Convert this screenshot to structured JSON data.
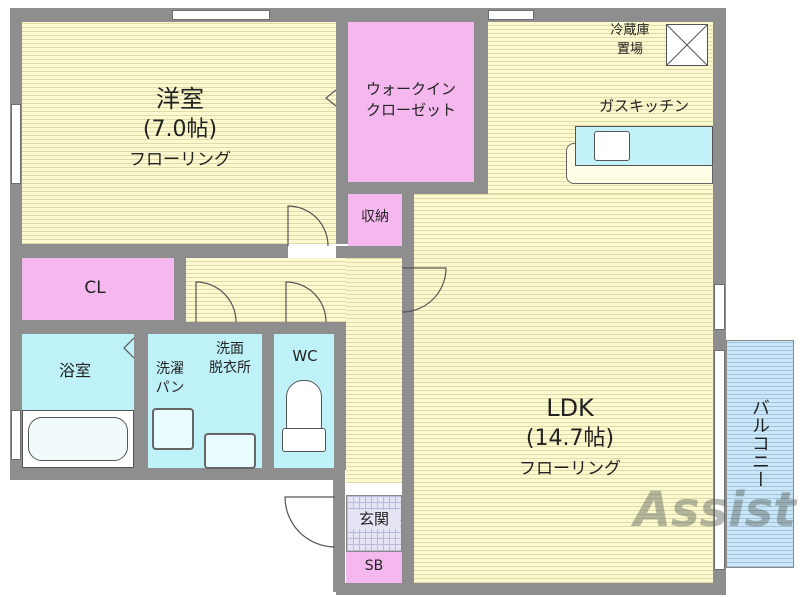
{
  "rooms": {
    "western_room": {
      "name": "洋室",
      "size": "(7.0帖)",
      "floor": "フローリング"
    },
    "walk_in_closet": {
      "line1": "ウォークイン",
      "line2": "クローゼット"
    },
    "storage": "収納",
    "closet": "CL",
    "bath": "浴室",
    "washer": {
      "line1": "洗濯",
      "line2": "パン"
    },
    "dressing": {
      "line1": "洗面",
      "line2": "脱衣所"
    },
    "wc": "WC",
    "entrance": "玄関",
    "shoe_box": "SB",
    "ldk": {
      "name": "LDK",
      "size": "(14.7帖)",
      "floor": "フローリング"
    },
    "balcony": "バルコニー",
    "fridge": {
      "line1": "冷蔵庫",
      "line2": "置場"
    },
    "kitchen": "ガスキッチン"
  },
  "watermark": "Assist",
  "colors": {
    "floor": "#fbf9cf",
    "closet": "#f5b8ee",
    "wet_area": "#bff2f8",
    "wall": "#8e8e8e",
    "balcony": "#c9e7f7"
  }
}
